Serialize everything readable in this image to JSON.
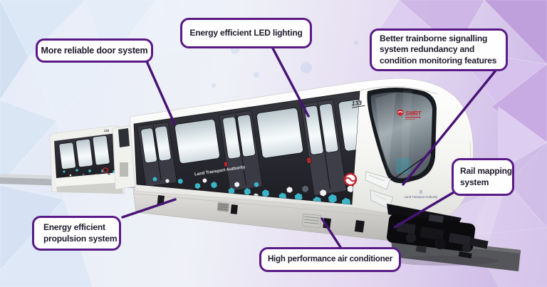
{
  "title": "Train upgrade features infographic",
  "callouts": [
    {
      "id": "door-system",
      "label": "More reliable door system",
      "lines": [
        "More reliable door system"
      ]
    },
    {
      "id": "led-lighting",
      "label": "Energy efficient LED lighting",
      "lines": [
        "Energy efficient LED lighting"
      ]
    },
    {
      "id": "signalling",
      "label": "Better trainborne signalling system redundancy and condition monitoring features",
      "lines": [
        "Better trainborne signalling",
        "system redundancy and",
        "condition monitoring features"
      ]
    },
    {
      "id": "rail-mapping",
      "label": "Rail mapping system",
      "lines": [
        "Rail mapping",
        "system"
      ]
    },
    {
      "id": "propulsion",
      "label": "Energy efficient propulsion system",
      "lines": [
        "Energy efficient",
        "propulsion system"
      ]
    },
    {
      "id": "air-conditioner",
      "label": "High performance air conditioner",
      "lines": [
        "High performance air conditioner"
      ]
    }
  ],
  "train": {
    "car_number": "133",
    "front_logo": "SMRT",
    "side_branding": "Land Transport Authority",
    "front_branding": "Land Transport Authority"
  },
  "colors": {
    "callout_border": "#591a85",
    "leader_line": "#471374",
    "callout_text": "#201a2a",
    "hexagon_teal": "#3ab6c8",
    "hexagon_gray": "#5a6270",
    "background_blue": "#dfe9f6",
    "background_purple": "#c9b2e4",
    "logo_red": "#c8242b"
  }
}
